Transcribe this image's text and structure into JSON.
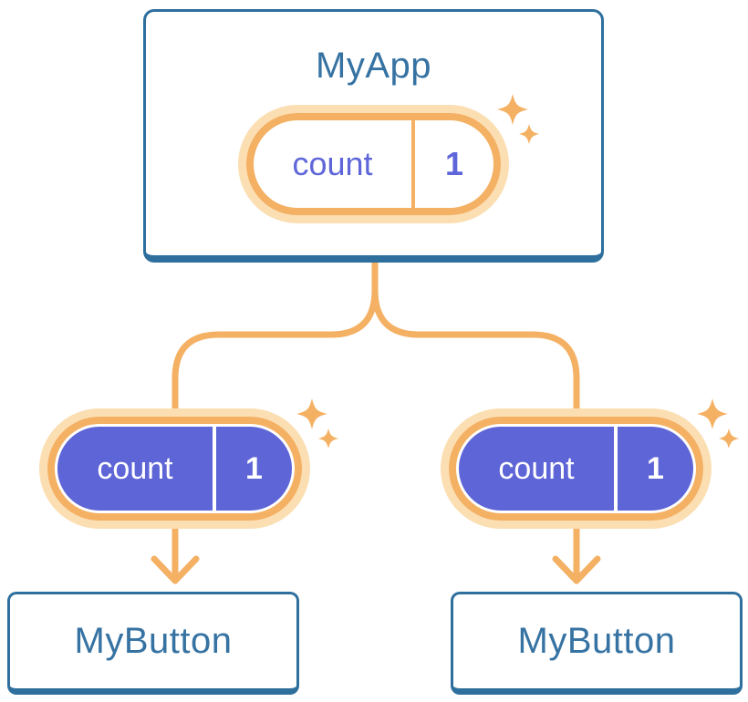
{
  "colors": {
    "background": "#ffffff",
    "box_border_blue": "#2e6f9e",
    "title_blue": "#3673a3",
    "orange": "#f4b063",
    "orange_halo": "#fbdfb3",
    "indigo_fill": "#5e65d6",
    "indigo_text": "#5f66d9",
    "white": "#ffffff"
  },
  "icons": {
    "sparkle": "sparkle-icon",
    "arrow": "arrow-down-icon"
  },
  "diagram": {
    "root": {
      "title": "MyApp",
      "state": {
        "name": "count",
        "value": "1"
      }
    },
    "children": [
      {
        "title": "MyButton",
        "state": {
          "name": "count",
          "value": "1"
        }
      },
      {
        "title": "MyButton",
        "state": {
          "name": "count",
          "value": "1"
        }
      }
    ]
  }
}
